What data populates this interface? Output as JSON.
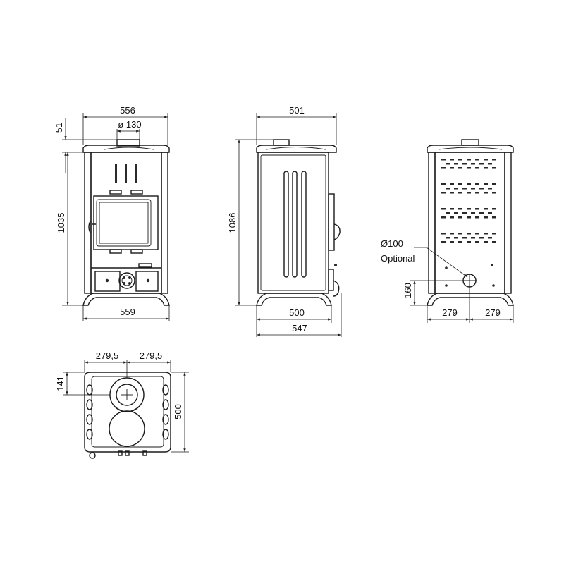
{
  "front_view": {
    "dim_top_width": "556",
    "dim_flue_diameter": "ø 130",
    "dim_flue_height": "51",
    "dim_body_height": "1035",
    "dim_base_width": "559"
  },
  "side_view": {
    "dim_top_depth": "501",
    "dim_total_height": "1086",
    "dim_base_depth": "500",
    "dim_overall_depth": "547"
  },
  "rear_view": {
    "outlet_diameter": "Ø100",
    "outlet_note": "Optional",
    "dim_outlet_height": "160",
    "dim_left_offset": "279",
    "dim_right_offset": "279"
  },
  "top_view": {
    "dim_left_offset": "279,5",
    "dim_right_offset": "279,5",
    "dim_flue_offset": "141",
    "dim_depth": "500"
  }
}
